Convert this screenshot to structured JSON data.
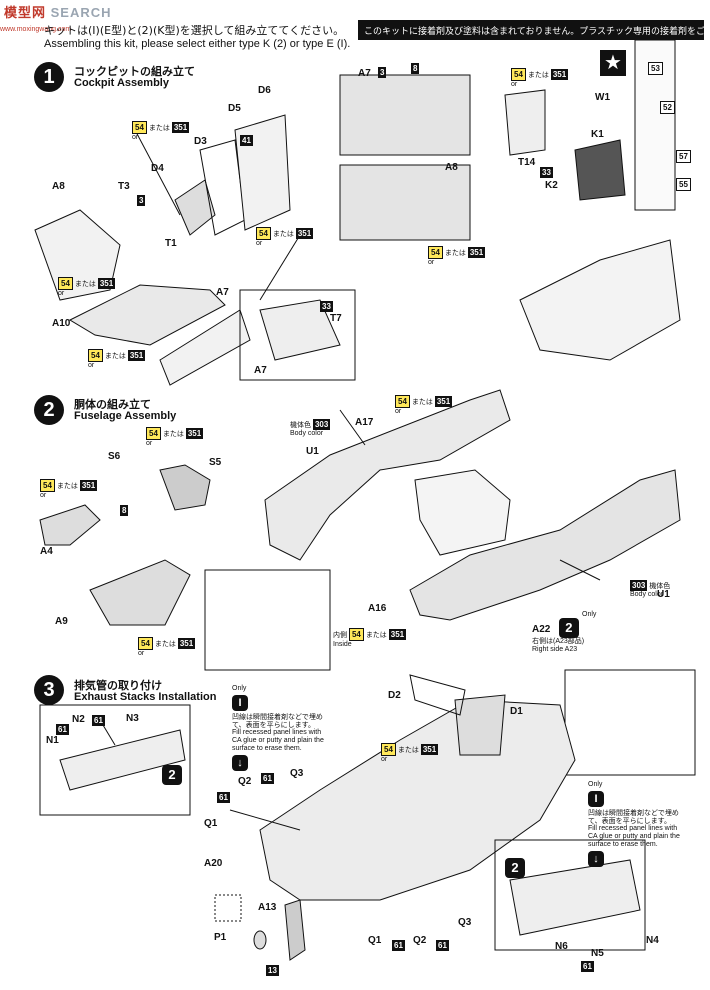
{
  "header": {
    "watermark": "模型网",
    "watermark_sub": "SEARCH",
    "watermark_url": "www.moxingwang.com",
    "instruction_jp": "キットは(I)(E型)と(2)(K型)を選択して組み立ててください。",
    "instruction_en": "Assembling this kit, please select either type K (2) or type E (I).",
    "notice": "このキットに接着剤及び塗料は含まれておりません。プラスチック専用の接着剤をご使用ください。"
  },
  "steps": [
    {
      "number": "1",
      "title_jp": "コックピットの組み立て",
      "title_en": "Cockpit Assembly"
    },
    {
      "number": "2",
      "title_jp": "胴体の組み立て",
      "title_en": "Fuselage Assembly"
    },
    {
      "number": "3",
      "title_jp": "排気管の取り付け",
      "title_en": "Exhaust Stacks Installation"
    }
  ],
  "paint": {
    "or_jp": "または",
    "or_en": "or",
    "body_color_jp": "機体色",
    "body_color_en": "Body color",
    "inside_jp": "内側",
    "inside_en": "Inside"
  },
  "parts": {
    "a7": "A7",
    "a8": "A8",
    "a10": "A10",
    "a16": "A16",
    "a17": "A17",
    "a20": "A20",
    "a22": "A22",
    "a4": "A4",
    "a9": "A9",
    "a13": "A13",
    "d1": "D1",
    "d2": "D2",
    "d3": "D3",
    "d4": "D4",
    "d5": "D5",
    "d6": "D6",
    "t1": "T1",
    "t3": "T3",
    "t7": "T7",
    "t14": "T14",
    "k1": "K1",
    "k2": "K2",
    "w1": "W1",
    "s5": "S5",
    "s6": "S6",
    "u1": "U1",
    "p1": "P1",
    "n1": "N1",
    "n2": "N2",
    "n3": "N3",
    "n4": "N4",
    "n5": "N5",
    "n6": "N6",
    "q1": "Q1",
    "q2": "Q2",
    "q3": "Q3"
  },
  "codes": {
    "c54": "54",
    "c351": "351",
    "c303": "303",
    "c33": "33",
    "c3": "3",
    "c8": "8",
    "c41": "41",
    "c61": "61",
    "c13": "13",
    "c53": "53",
    "c52": "52",
    "c57": "57",
    "c55": "55"
  },
  "a23_note": {
    "only": "Only",
    "jp": "右側は(A23部品)",
    "en": "Right side A23"
  },
  "fill_note": {
    "only": "Only",
    "jp": "凹線は瞬間接着剤などで埋めて、表面を平らにします。",
    "en": "Fill recessed panel lines with CA glue or putty and plain the surface to erase them."
  },
  "colors": {
    "paint_yellow": "#ffe85a",
    "ink": "#111111"
  }
}
